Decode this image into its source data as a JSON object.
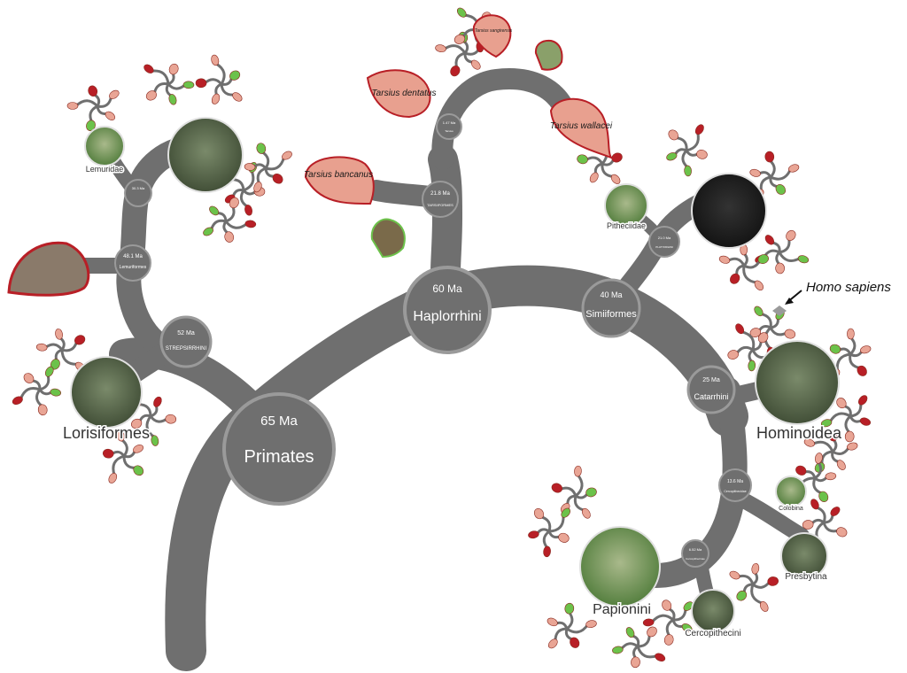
{
  "clades": {
    "primates": {
      "age": "65 Ma",
      "name": "Primates"
    },
    "haplorrhini": {
      "age": "60 Ma",
      "name": "Haplorrhini"
    },
    "simiiformes": {
      "age": "40 Ma",
      "name": "Simiiformes"
    },
    "strepsirrhini": {
      "age": "52 Ma",
      "name": "STREPSIRRHINI"
    },
    "lemuriformes": {
      "age": "48.1 Ma",
      "name": "Lemuriformes"
    },
    "lemuridae_node": {
      "age": "30.3 Ma",
      "name": ""
    },
    "tarsiiformes": {
      "age": "21.8 Ma",
      "name": "TARSIIFORMES"
    },
    "tarsius_node": {
      "age": "1.47 Ma",
      "name": "Tarsius"
    },
    "platyrrhini": {
      "age": "21.0 Ma",
      "name": "PLATYRRHINI"
    },
    "catarrhini": {
      "age": "25 Ma",
      "name": "Catarrhini"
    },
    "cercopithecidae": {
      "age": "13.6 Ma",
      "name": "Cercopithecidae"
    },
    "cercopithecinae": {
      "age": "6.52 Ma",
      "name": "Cercopithecinae"
    }
  },
  "photo_labels": {
    "lorisiformes": "Lorisiformes",
    "lemuridae": "Lemuridae",
    "pitheciidae": "Pitheciidae",
    "hominoidea": "Hominoidea",
    "papionini": "Papionini",
    "cercopithecini": "Cercopithecini",
    "presbytina": "Presbytina",
    "colobina": "Colobina"
  },
  "species_drops": {
    "tarsius_bancanus": "Tarsius bancanus",
    "tarsius_dentatus": "Tarsius dentatus",
    "tarsius_wallacei": "Tarsius wallacei",
    "tarsius_sangirensis": "Tarsius sangirensis"
  },
  "annotation": {
    "homo_sapiens": "Homo sapiens"
  },
  "colors": {
    "branch": "#6f6f6f",
    "leaf_red": "#b81f26",
    "leaf_pink": "#e9a595",
    "leaf_green": "#6cc24a",
    "drop_fill": "#e8a08f"
  }
}
